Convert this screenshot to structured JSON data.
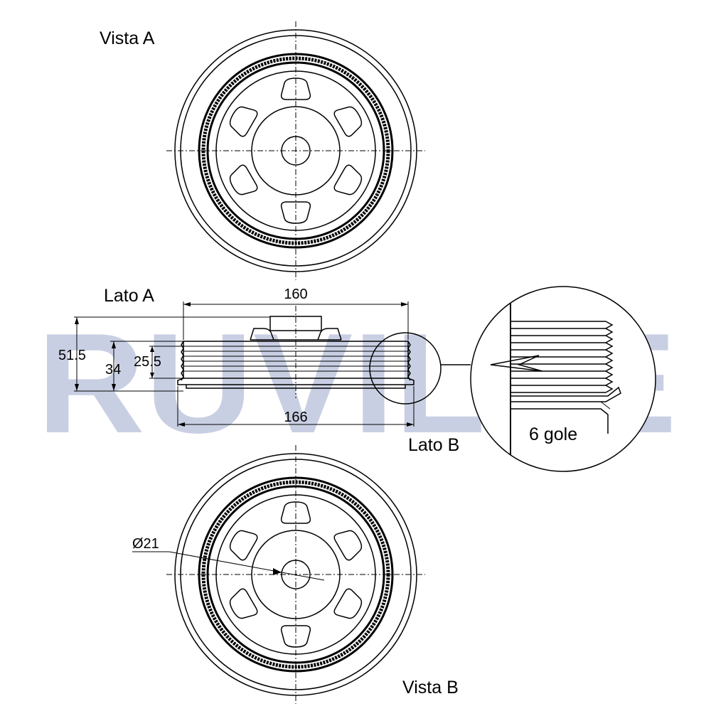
{
  "watermark": {
    "text": "RUVILLE",
    "color": "#c9cfe3"
  },
  "views": {
    "top": "Vista A",
    "bottom": "Vista B",
    "side_a": "Lato A",
    "side_b": "Lato B"
  },
  "dimensions": {
    "width_top": "160",
    "width_bottom": "166",
    "height_total": "51.5",
    "height_mid": "34",
    "height_inner": "25.5",
    "bore_diameter": "Ø21"
  },
  "detail": {
    "label": "6 gole"
  }
}
